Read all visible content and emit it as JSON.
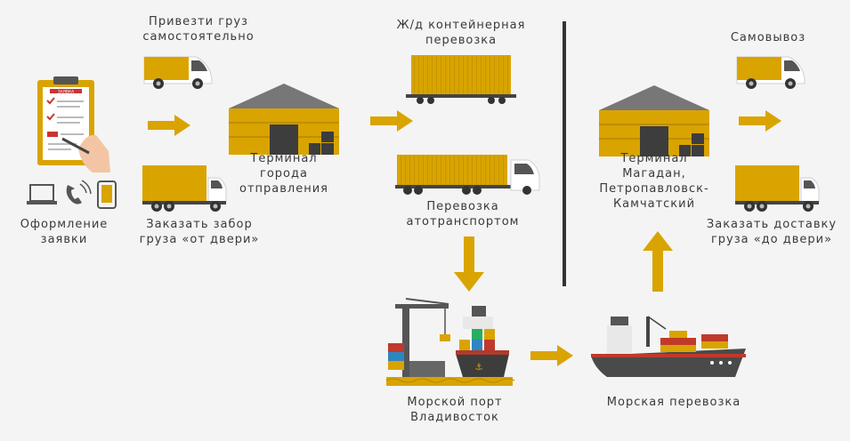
{
  "labels": {
    "application": [
      "Оформление",
      "заявки"
    ],
    "self_delivery": [
      "Привезти груз",
      "самостоятельно"
    ],
    "order_pickup": [
      "Заказать забор",
      "груза «от двери»"
    ],
    "origin_terminal": [
      "Терминал",
      "города",
      "отправления"
    ],
    "rail_transport": [
      "Ж/д контейнерная",
      "перевозка"
    ],
    "road_transport": [
      "Перевозка",
      "атотранспортом"
    ],
    "sea_port": [
      "Морской порт",
      "Владивосток"
    ],
    "sea_transport": [
      "Морская перевозка"
    ],
    "destination_terminal": [
      "Терминал",
      "Магадан,",
      "Петропавловск-",
      "Камчатский"
    ],
    "self_pickup": [
      "Самовывоз"
    ],
    "order_delivery": [
      "Заказать доставку",
      "груза «до двери»"
    ]
  },
  "form_header": "ЗАЯВКА",
  "colors": {
    "accent": "#d9a400",
    "accent_dark": "#b58700",
    "roof": "#777777",
    "dark": "#3d3d3d",
    "white_van": "#ffffff",
    "ship_hull": "#4a4a4a"
  }
}
